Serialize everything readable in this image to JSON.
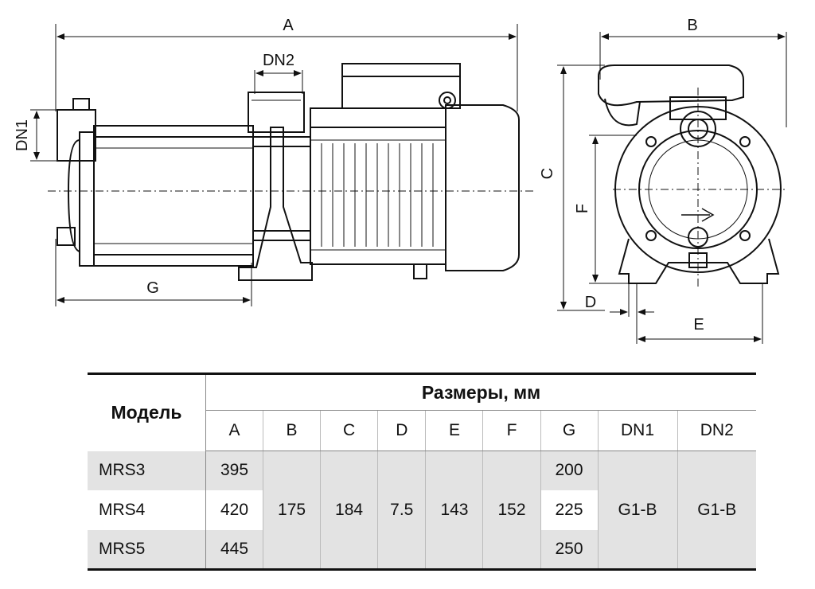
{
  "drawing": {
    "labels": {
      "A": "A",
      "B": "B",
      "C": "C",
      "D": "D",
      "E": "E",
      "F": "F",
      "G": "G",
      "DN1": "DN1",
      "DN2": "DN2"
    }
  },
  "table": {
    "model_header": "Модель",
    "group_header": "Размеры, мм",
    "columns": [
      "A",
      "B",
      "C",
      "D",
      "E",
      "F",
      "G",
      "DN1",
      "DN2"
    ],
    "rows": [
      {
        "model": "MRS3",
        "A": "395",
        "G": "200"
      },
      {
        "model": "MRS4",
        "A": "420",
        "G": "225"
      },
      {
        "model": "MRS5",
        "A": "445",
        "G": "250"
      }
    ],
    "shared": {
      "B": "175",
      "C": "184",
      "D": "7.5",
      "E": "143",
      "F": "152",
      "DN1": "G1-B",
      "DN2": "G1-B"
    }
  }
}
